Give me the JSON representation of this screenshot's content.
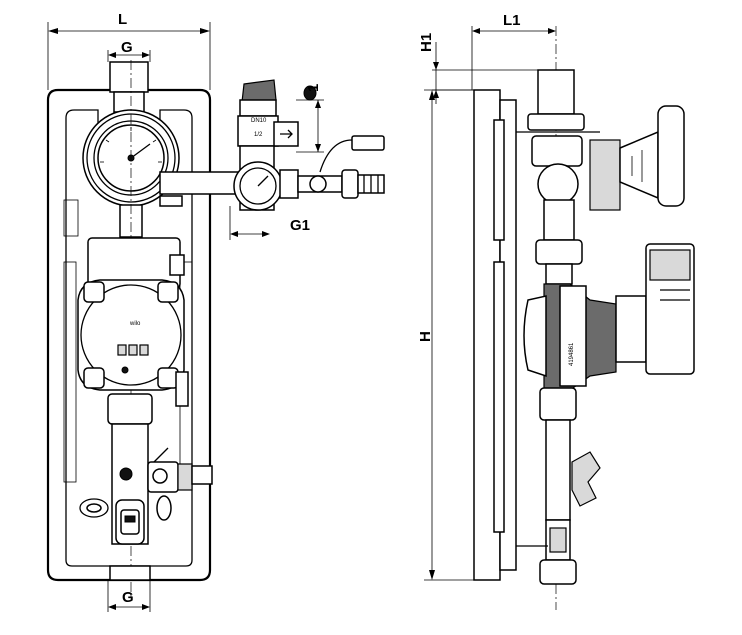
{
  "dimensions": {
    "width_overall": "L",
    "connection_top": "G",
    "connection_bottom": "G",
    "height_offset": "H1",
    "height_total": "H",
    "depth": "L1",
    "outlet_thread": "G1",
    "ball_valve_size": "1"
  },
  "component_marks": {
    "pump_brand": "wilo",
    "pump_model_number": "4194861",
    "gauge_label": "DN10",
    "valve_label": "1/2"
  }
}
